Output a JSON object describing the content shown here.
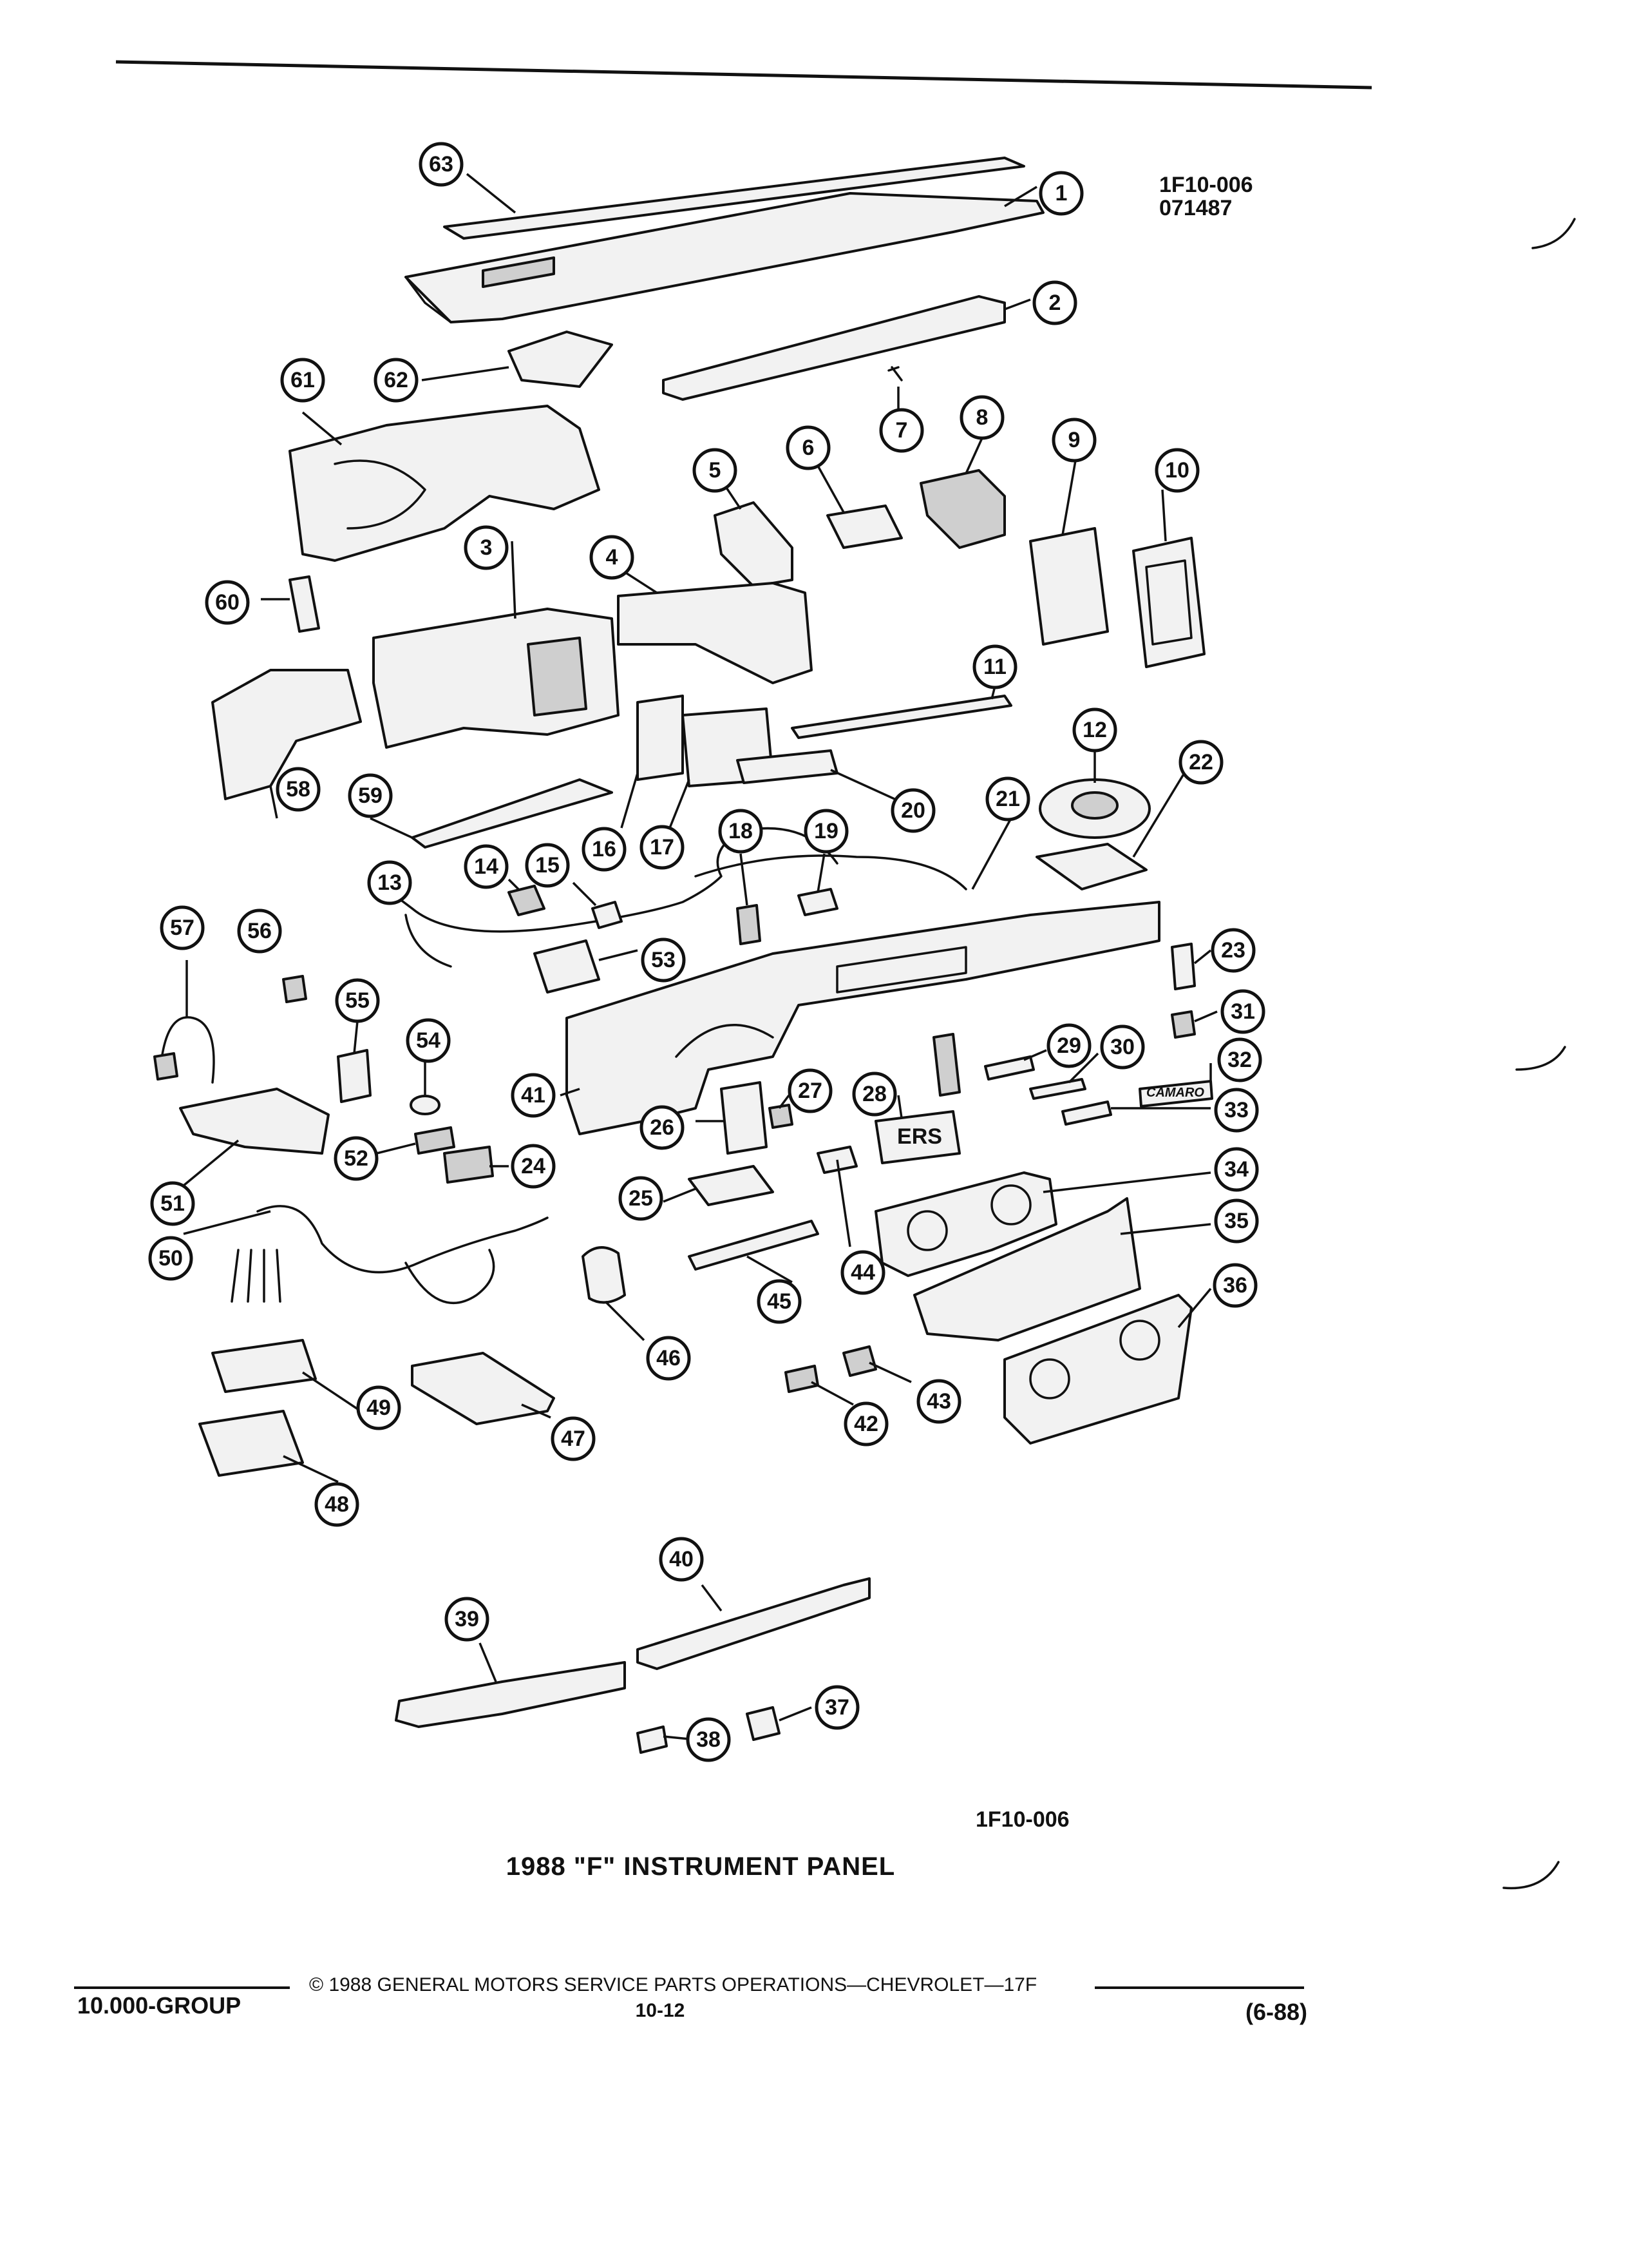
{
  "header": {
    "ref_code": "1F10-006",
    "ref_date": "071487"
  },
  "diagram": {
    "figure_code": "1F10-006",
    "title": "1988 \"F\" INSTRUMENT PANEL",
    "callouts": [
      "1",
      "2",
      "3",
      "4",
      "5",
      "6",
      "7",
      "8",
      "9",
      "10",
      "11",
      "12",
      "13",
      "14",
      "15",
      "16",
      "17",
      "18",
      "19",
      "20",
      "21",
      "22",
      "23",
      "24",
      "25",
      "26",
      "27",
      "28",
      "29",
      "30",
      "31",
      "32",
      "33",
      "34",
      "35",
      "36",
      "37",
      "38",
      "39",
      "40",
      "41",
      "42",
      "43",
      "44",
      "45",
      "46",
      "47",
      "48",
      "49",
      "50",
      "51",
      "52",
      "53",
      "54",
      "55",
      "56",
      "57",
      "58",
      "59",
      "60",
      "61",
      "62",
      "63"
    ],
    "part_labels": {
      "badge": "CAMARO",
      "panel_text": "ERS"
    }
  },
  "footer": {
    "group": "10.000-GROUP",
    "copyright": "© 1988 GENERAL MOTORS SERVICE PARTS OPERATIONS—CHEVROLET—17F",
    "page": "10-12",
    "revision": "(6-88)"
  }
}
